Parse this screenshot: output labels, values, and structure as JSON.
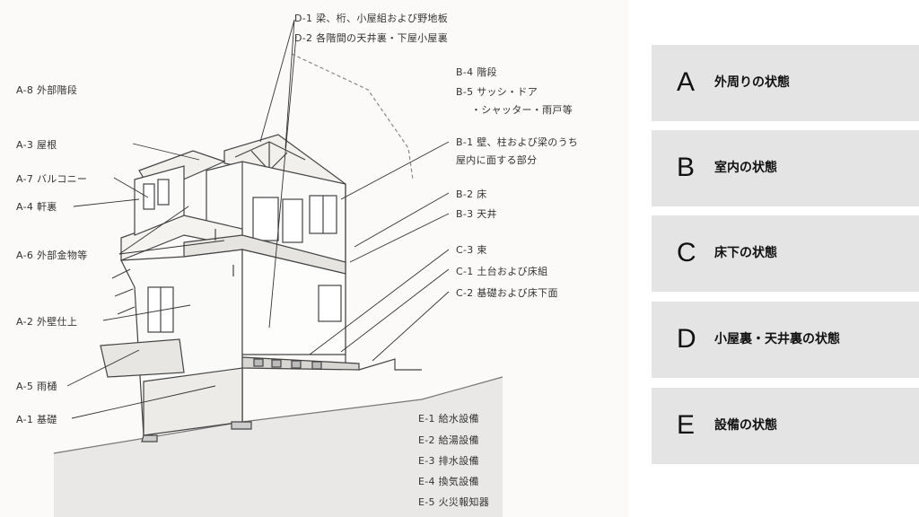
{
  "diagram": {
    "labels": {
      "d1": "D-1 梁、桁、小屋組および野地板",
      "d2": "D-2 各階間の天井裏・下屋小屋裏",
      "a8": "A-8 外部階段",
      "b4": "B-4 階段",
      "b5a": "B-5 サッシ・ドア",
      "b5b": "・シャッター・雨戸等",
      "a3": "A-3 屋根",
      "b1a": "B-1 壁、柱および梁のうち",
      "b1b": "屋内に面する部分",
      "a7": "A-7 バルコニー",
      "a4": "A-4 軒裏",
      "b2": "B-2 床",
      "b3": "B-3 天井",
      "a6": "A-6 外部金物等",
      "c3": "C-3 束",
      "c1": "C-1 土台および床組",
      "c2": "C-2 基礎および床下面",
      "a2": "A-2 外壁仕上",
      "a5": "A-5 雨樋",
      "a1": "A-1 基礎",
      "e1": "E-1 給水設備",
      "e2": "E-2 給湯設備",
      "e3": "E-3 排水設備",
      "e4": "E-4 換気設備",
      "e5": "E-5 火災報知器"
    }
  },
  "categories": [
    {
      "letter": "A",
      "title": "外周りの状態"
    },
    {
      "letter": "B",
      "title": "室内の状態"
    },
    {
      "letter": "C",
      "title": "床下の状態"
    },
    {
      "letter": "D",
      "title": "小屋裏・天井裏の状態"
    },
    {
      "letter": "E",
      "title": "設備の状態"
    }
  ]
}
